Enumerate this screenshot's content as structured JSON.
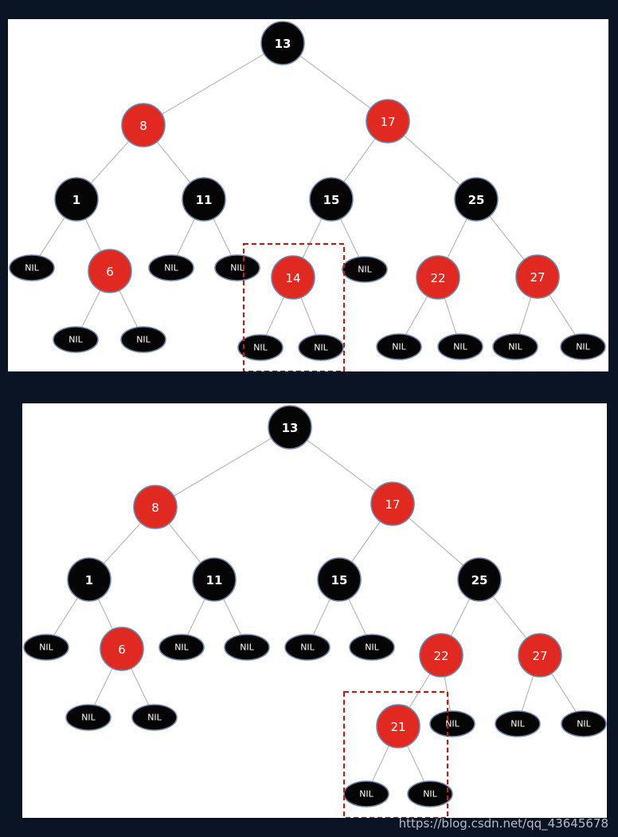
{
  "colors": {
    "black_node": "#050505",
    "red_node": "#e02a21",
    "node_stroke": "#6f86ad",
    "edge": "#b8b8b8",
    "highlight": "#b42318",
    "background": "#0b1424",
    "panel": "#ffffff"
  },
  "watermark": "https://blog.csdn.net/qq_43645678",
  "diagrams": [
    {
      "nodes": [
        {
          "id": "t13",
          "label": "13",
          "color": "black"
        },
        {
          "id": "t8",
          "label": "8",
          "color": "red"
        },
        {
          "id": "t17",
          "label": "17",
          "color": "red"
        },
        {
          "id": "t1",
          "label": "1",
          "color": "black"
        },
        {
          "id": "t11",
          "label": "11",
          "color": "black"
        },
        {
          "id": "t15",
          "label": "15",
          "color": "black"
        },
        {
          "id": "t25",
          "label": "25",
          "color": "black"
        },
        {
          "id": "tn1",
          "label": "NIL",
          "color": "black",
          "nil": true
        },
        {
          "id": "t6",
          "label": "6",
          "color": "red"
        },
        {
          "id": "tn2",
          "label": "NIL",
          "color": "black",
          "nil": true
        },
        {
          "id": "tn3",
          "label": "NIL",
          "color": "black",
          "nil": true
        },
        {
          "id": "t14",
          "label": "14",
          "color": "red"
        },
        {
          "id": "tn4",
          "label": "NIL",
          "color": "black",
          "nil": true
        },
        {
          "id": "t22",
          "label": "22",
          "color": "red"
        },
        {
          "id": "t27",
          "label": "27",
          "color": "red"
        },
        {
          "id": "tn5",
          "label": "NIL",
          "color": "black",
          "nil": true
        },
        {
          "id": "tn6",
          "label": "NIL",
          "color": "black",
          "nil": true
        },
        {
          "id": "tn7",
          "label": "NIL",
          "color": "black",
          "nil": true
        },
        {
          "id": "tn8",
          "label": "NIL",
          "color": "black",
          "nil": true
        },
        {
          "id": "tn9",
          "label": "NIL",
          "color": "black",
          "nil": true
        },
        {
          "id": "tn10",
          "label": "NIL",
          "color": "black",
          "nil": true
        },
        {
          "id": "tn11",
          "label": "NIL",
          "color": "black",
          "nil": true
        },
        {
          "id": "tn12",
          "label": "NIL",
          "color": "black",
          "nil": true
        }
      ],
      "edges": [
        [
          "t13",
          "t8"
        ],
        [
          "t13",
          "t17"
        ],
        [
          "t8",
          "t1"
        ],
        [
          "t8",
          "t11"
        ],
        [
          "t17",
          "t15"
        ],
        [
          "t17",
          "t25"
        ],
        [
          "t1",
          "tn1"
        ],
        [
          "t1",
          "t6"
        ],
        [
          "t11",
          "tn2"
        ],
        [
          "t11",
          "tn3"
        ],
        [
          "t15",
          "t14"
        ],
        [
          "t15",
          "tn4"
        ],
        [
          "t25",
          "t22"
        ],
        [
          "t25",
          "t27"
        ],
        [
          "t6",
          "tn5"
        ],
        [
          "t6",
          "tn6"
        ],
        [
          "t14",
          "tn7"
        ],
        [
          "t14",
          "tn8"
        ],
        [
          "t22",
          "tn9"
        ],
        [
          "t22",
          "tn10"
        ],
        [
          "t27",
          "tn11"
        ],
        [
          "t27",
          "tn12"
        ]
      ],
      "highlight": "t14"
    },
    {
      "nodes": [
        {
          "id": "b13",
          "label": "13",
          "color": "black"
        },
        {
          "id": "b8",
          "label": "8",
          "color": "red"
        },
        {
          "id": "b17",
          "label": "17",
          "color": "red"
        },
        {
          "id": "b1",
          "label": "1",
          "color": "black"
        },
        {
          "id": "b11",
          "label": "11",
          "color": "black"
        },
        {
          "id": "b15",
          "label": "15",
          "color": "black"
        },
        {
          "id": "b25",
          "label": "25",
          "color": "black"
        },
        {
          "id": "bn1",
          "label": "NIL",
          "color": "black",
          "nil": true
        },
        {
          "id": "b6",
          "label": "6",
          "color": "red"
        },
        {
          "id": "bn2",
          "label": "NIL",
          "color": "black",
          "nil": true
        },
        {
          "id": "bn3",
          "label": "NIL",
          "color": "black",
          "nil": true
        },
        {
          "id": "bn4",
          "label": "NIL",
          "color": "black",
          "nil": true
        },
        {
          "id": "bn5",
          "label": "NIL",
          "color": "black",
          "nil": true
        },
        {
          "id": "b22",
          "label": "22",
          "color": "red"
        },
        {
          "id": "b27",
          "label": "27",
          "color": "red"
        },
        {
          "id": "bn6",
          "label": "NIL",
          "color": "black",
          "nil": true
        },
        {
          "id": "bn7",
          "label": "NIL",
          "color": "black",
          "nil": true
        },
        {
          "id": "b21",
          "label": "21",
          "color": "red"
        },
        {
          "id": "bn8",
          "label": "NIL",
          "color": "black",
          "nil": true
        },
        {
          "id": "bn9",
          "label": "NIL",
          "color": "black",
          "nil": true
        },
        {
          "id": "bn10",
          "label": "NIL",
          "color": "black",
          "nil": true
        },
        {
          "id": "bn11",
          "label": "NIL",
          "color": "black",
          "nil": true
        },
        {
          "id": "bn12",
          "label": "NIL",
          "color": "black",
          "nil": true
        }
      ],
      "edges": [
        [
          "b13",
          "b8"
        ],
        [
          "b13",
          "b17"
        ],
        [
          "b8",
          "b1"
        ],
        [
          "b8",
          "b11"
        ],
        [
          "b17",
          "b15"
        ],
        [
          "b17",
          "b25"
        ],
        [
          "b1",
          "bn1"
        ],
        [
          "b1",
          "b6"
        ],
        [
          "b11",
          "bn2"
        ],
        [
          "b11",
          "bn3"
        ],
        [
          "b15",
          "bn4"
        ],
        [
          "b15",
          "bn5"
        ],
        [
          "b25",
          "b22"
        ],
        [
          "b25",
          "b27"
        ],
        [
          "b6",
          "bn6"
        ],
        [
          "b6",
          "bn7"
        ],
        [
          "b22",
          "b21"
        ],
        [
          "b22",
          "bn8"
        ],
        [
          "b27",
          "bn9"
        ],
        [
          "b27",
          "bn10"
        ],
        [
          "b21",
          "bn11"
        ],
        [
          "b21",
          "bn12"
        ]
      ],
      "highlight": "b21"
    }
  ]
}
